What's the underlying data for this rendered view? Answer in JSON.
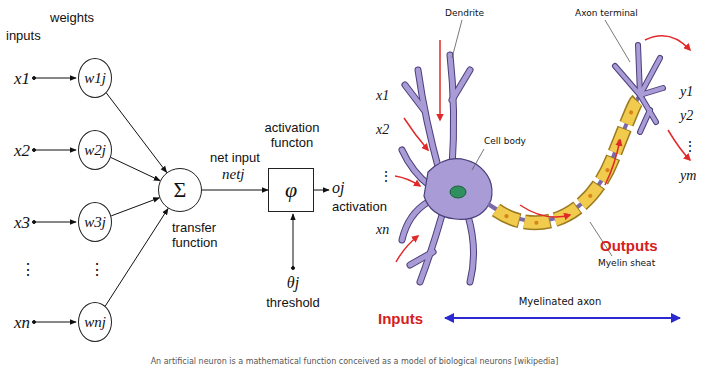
{
  "diagram": {
    "caption": "An artificial neuron is a mathematical function conceived as a model of biological neurons [wikipedia]",
    "nodes": [
      {
        "text": [
          "w1j"
        ]
      },
      {
        "text": [
          "w2j"
        ]
      },
      {
        "text": [
          "w3j"
        ]
      },
      {
        "text": [
          "wnj"
        ]
      },
      {
        "text": [
          "Σ"
        ]
      },
      {
        "text": [
          "φ"
        ]
      }
    ],
    "edges": [
      {
        "from": 0,
        "to": 4,
        "arrow": "to"
      },
      {
        "from": 1,
        "to": 4,
        "arrow": "to"
      },
      {
        "from": 2,
        "to": 4,
        "arrow": "to"
      },
      {
        "from": 3,
        "to": 4,
        "arrow": "to"
      },
      {
        "from": 4,
        "to": 5,
        "label": "net input",
        "arrow": "to"
      }
    ],
    "labels": [
      "inputs",
      "weights",
      "x1",
      "x2",
      "x3",
      "⋮",
      "xn",
      "⋮",
      "transfer function",
      "netj",
      "activation functon",
      "oj",
      "activation",
      "θj",
      "threshold",
      "Dendrite",
      "Axon terminal",
      "Cell body",
      "Myelin sheat",
      "Myelinated axon",
      "Inputs",
      "Outputs",
      "x1",
      "x2",
      "⋮",
      "xn",
      "y1",
      "y2",
      "⋮",
      "ym"
    ]
  }
}
